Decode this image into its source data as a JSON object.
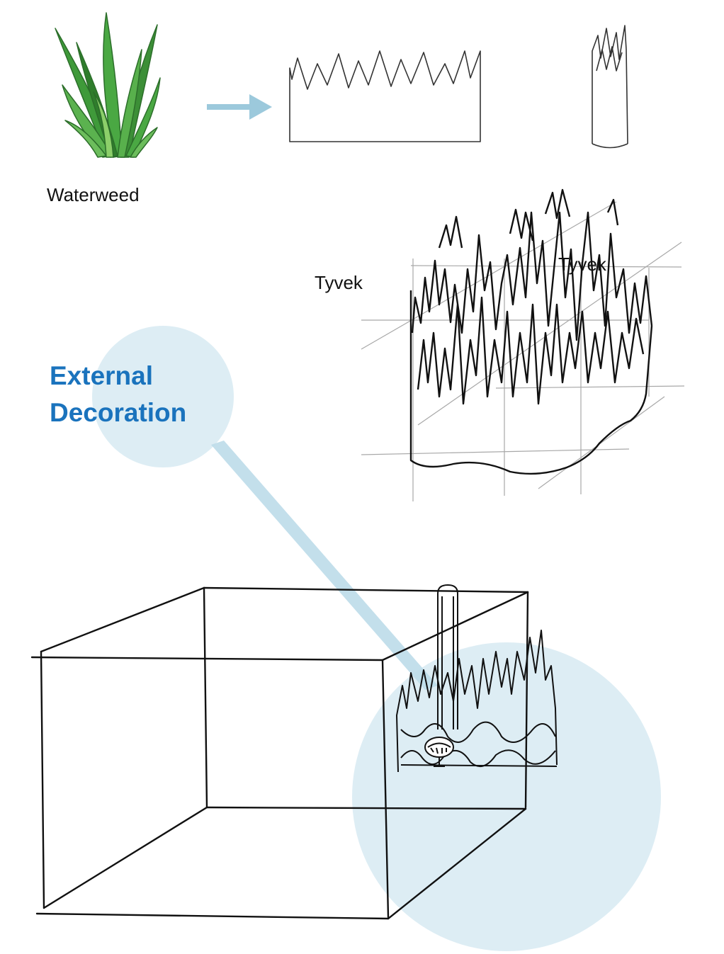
{
  "labels": {
    "waterweed": "Waterweed",
    "tyvek_left": "Tyvek",
    "tyvek_right": "Tyvek"
  },
  "section_title": {
    "line1": "External",
    "line2": "Decoration"
  },
  "colors": {
    "accent_text": "#1a73bd",
    "highlight_circle": "#ddedf4",
    "arrow": "#9cc9dc",
    "connector": "#bcdce9",
    "sketch_line": "#111111",
    "grid_line": "#a8a8a8",
    "weed_green": "#3f9a3a"
  },
  "icons": [
    "waterweed-plant-illustration",
    "right-arrow-icon",
    "fish-toy-icon"
  ]
}
